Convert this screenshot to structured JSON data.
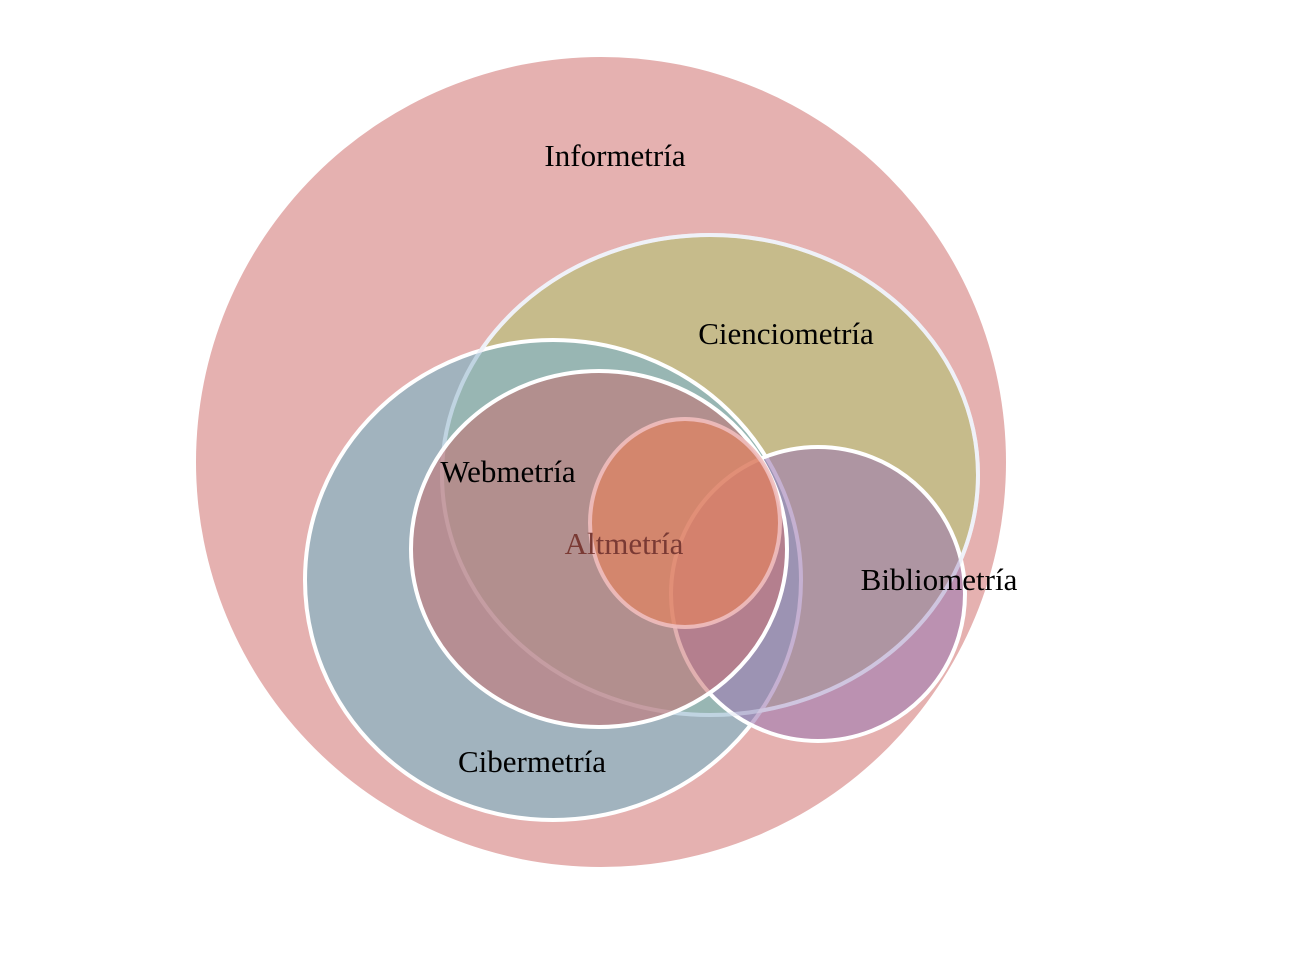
{
  "diagram": {
    "type": "venn",
    "sets": [
      {
        "id": "informetria",
        "label": "Informetría",
        "color": "#e5b1b0"
      },
      {
        "id": "cienciometria",
        "label": "Cienciometría",
        "color": "#c6bb8b"
      },
      {
        "id": "cibermetria",
        "label": "Cibermetría",
        "color": "#85b4c5"
      },
      {
        "id": "bibliometria",
        "label": "Bibliometría",
        "color": "#9f7cb3"
      },
      {
        "id": "webmetria",
        "label": "Webmetría",
        "color": "#c8706f"
      },
      {
        "id": "altmetria",
        "label": "Altmetría",
        "color": "#dc8464"
      }
    ]
  }
}
